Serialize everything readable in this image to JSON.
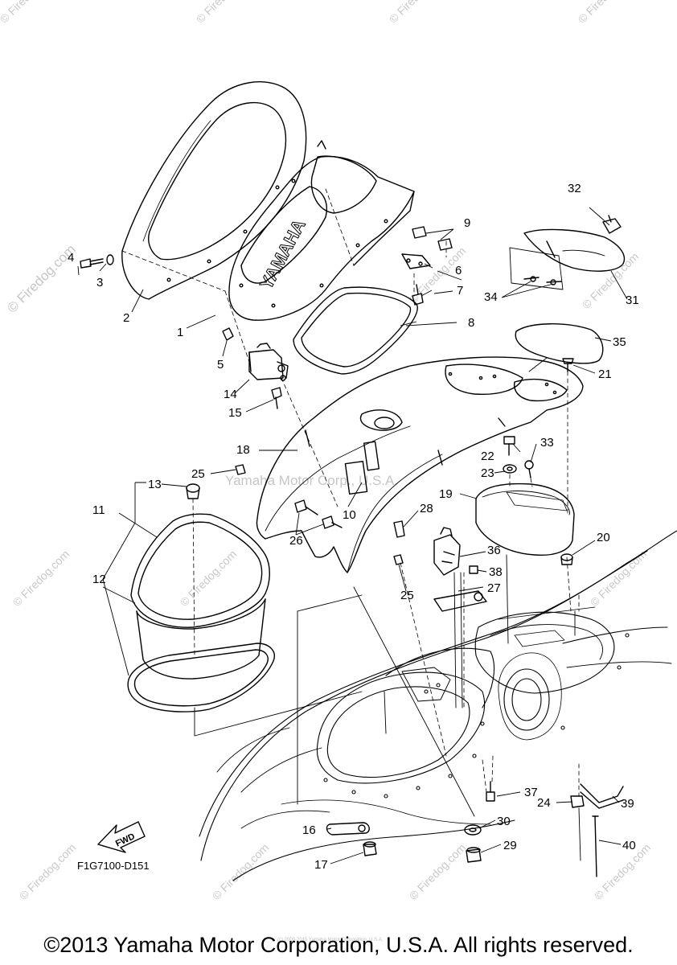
{
  "copyright": "©2013 Yamaha Motor Corporation, U.S.A. All rights reserved.",
  "diagram_code": "F1G7100-D151",
  "direction_label": "FWD",
  "embossed_logo": "YAMAHA",
  "watermark_site": "© Firedog.com",
  "watermark_owner": "Yamaha Motor Corp., U.S.A.",
  "fine_print": "(c) 2000-2015 Yamaha Motor Corporation, U.S.A.",
  "callouts": [
    "1",
    "2",
    "3",
    "4",
    "5",
    "6",
    "7",
    "8",
    "9",
    "10",
    "11",
    "12",
    "13",
    "14",
    "15",
    "16",
    "17",
    "18",
    "19",
    "20",
    "21",
    "22",
    "23",
    "24",
    "25",
    "25",
    "26",
    "27",
    "28",
    "29",
    "30",
    "31",
    "32",
    "33",
    "34",
    "35",
    "36",
    "37",
    "38",
    "39",
    "40"
  ]
}
